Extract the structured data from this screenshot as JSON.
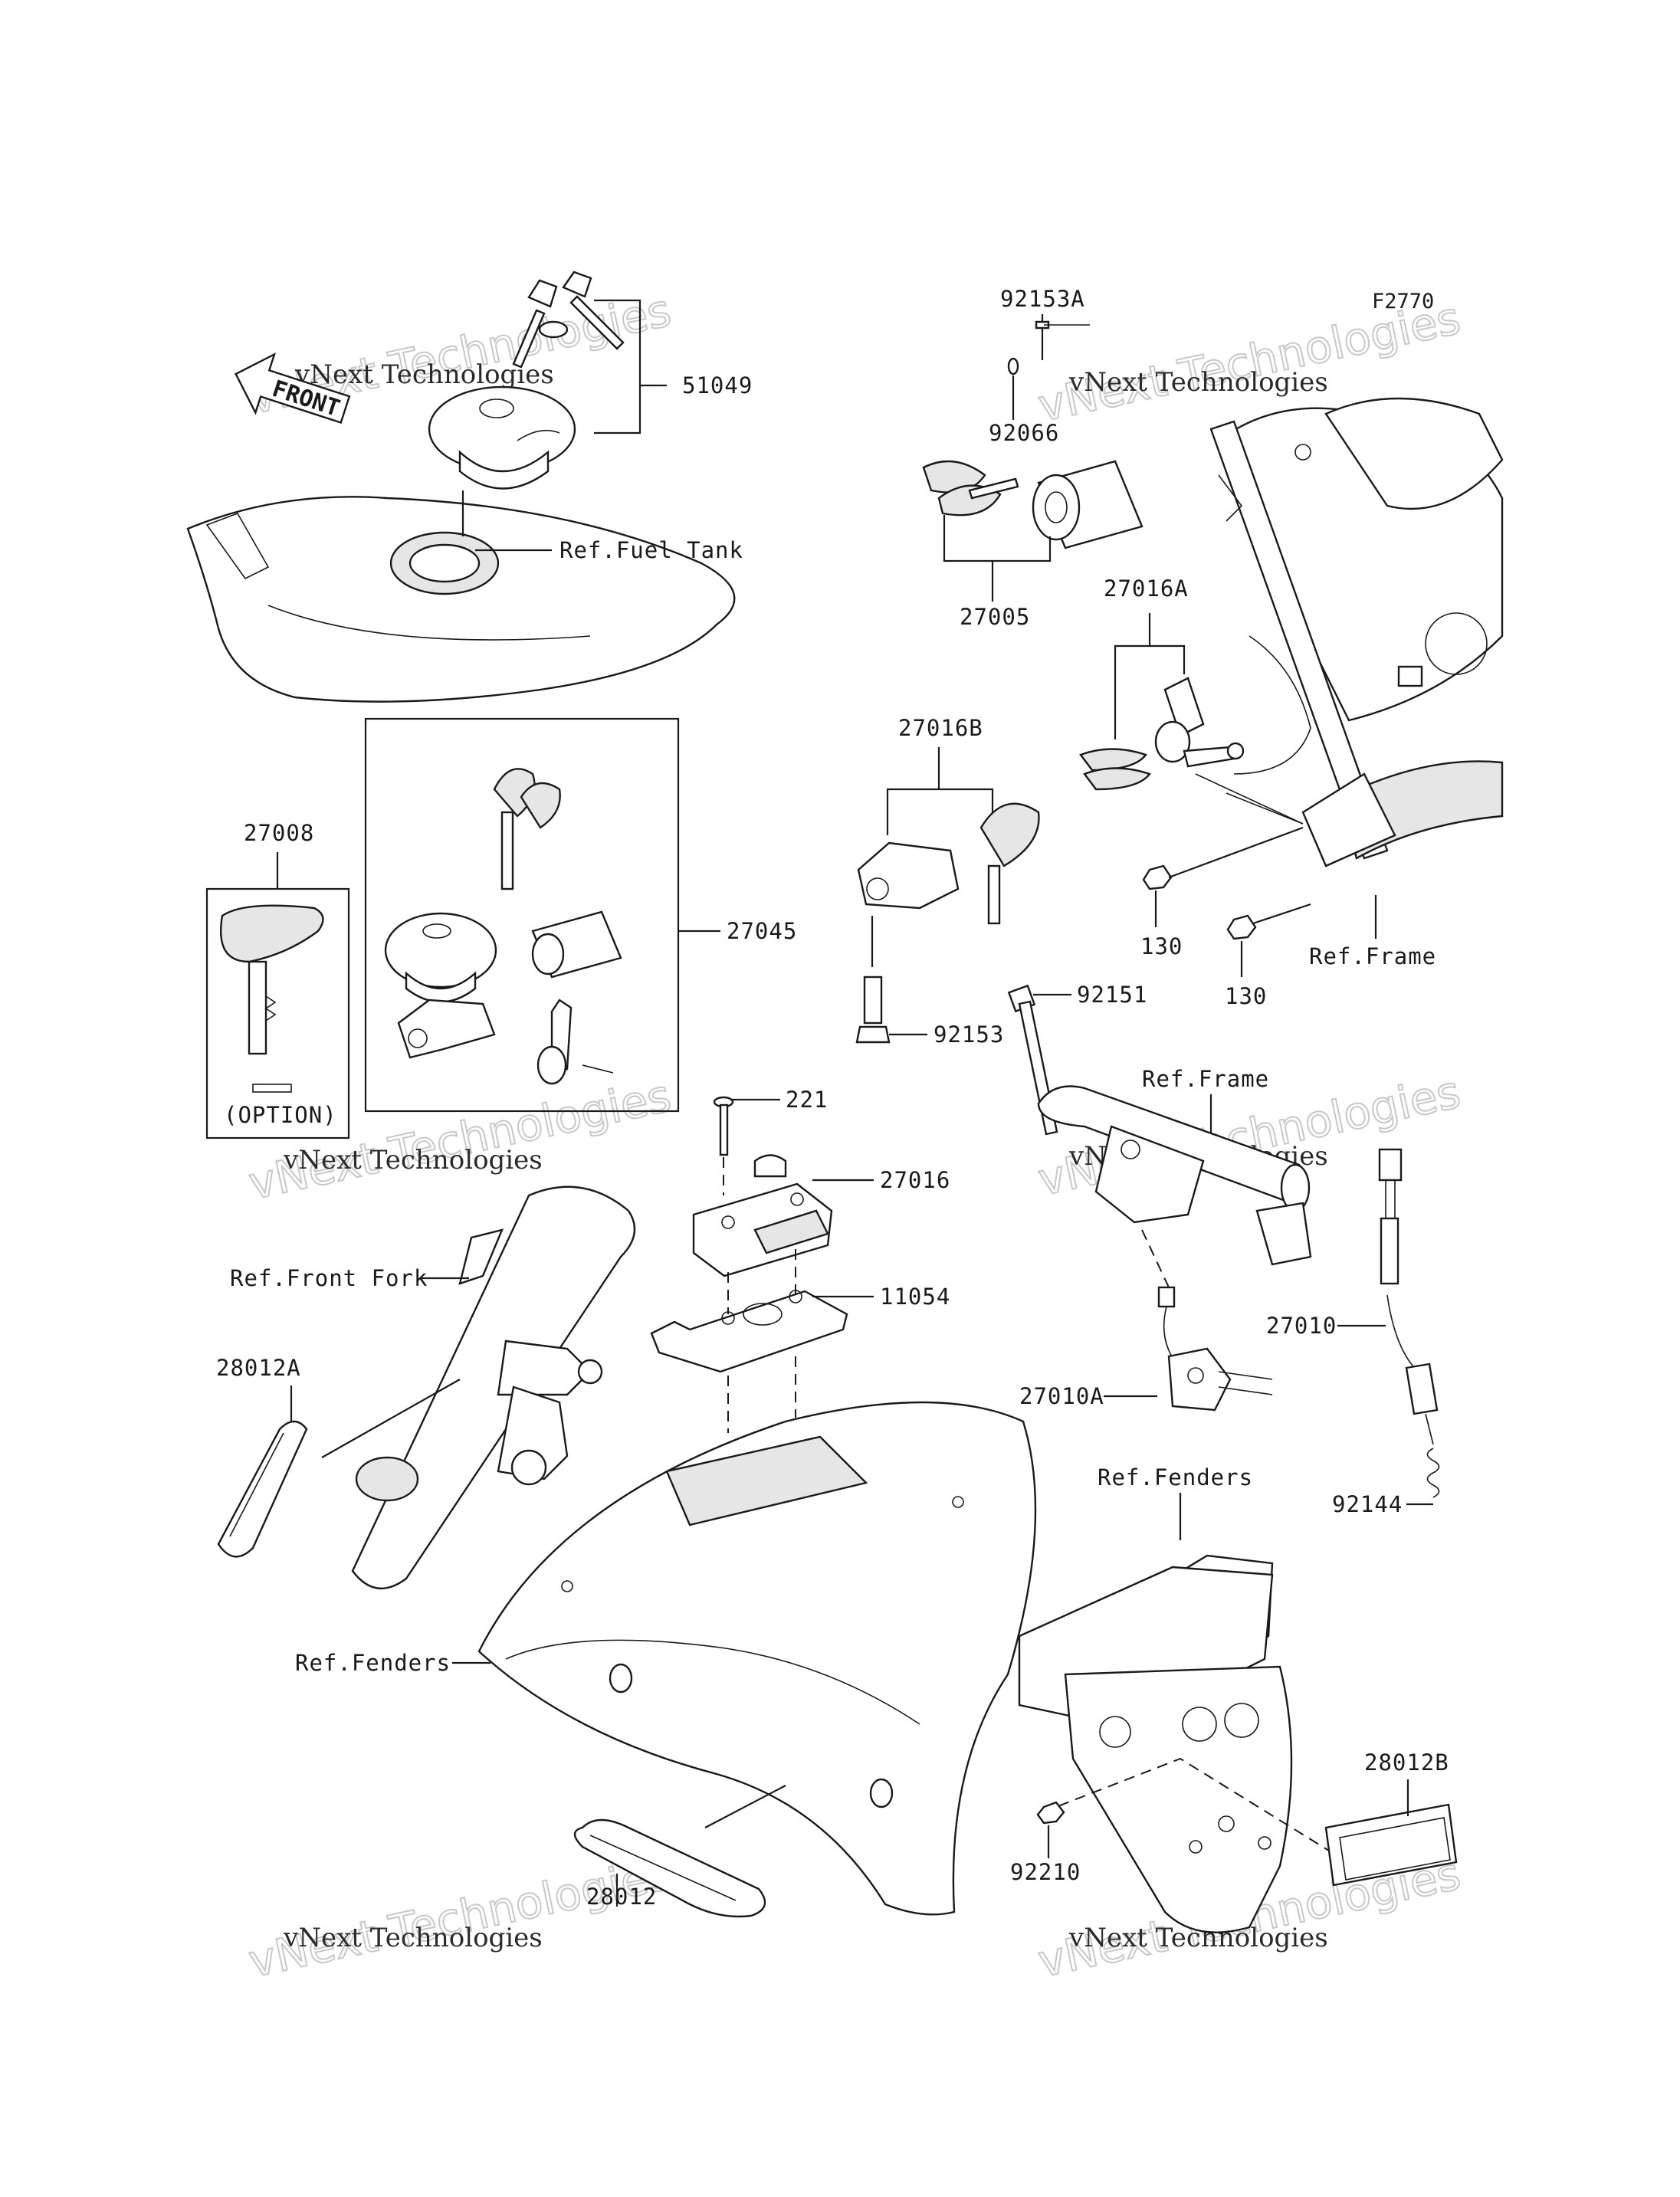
{
  "diagram_code": "F2770",
  "front_arrow_text": "FRONT",
  "option_text": "(OPTION)",
  "watermark": {
    "line1": "vNext Technologies",
    "line2": "vNext Technologies"
  },
  "part_labels": {
    "p51049": "51049",
    "p92153A": "92153A",
    "p92066": "92066",
    "p27005": "27005",
    "p27016A": "27016A",
    "p27016B": "27016B",
    "p27008": "27008",
    "p27045": "27045",
    "p92153": "92153",
    "p130a": "130",
    "p130b": "130",
    "p92151": "92151",
    "p221": "221",
    "p27016": "27016",
    "p11054": "11054",
    "p28012A": "28012A",
    "p27010": "27010",
    "p27010A": "27010A",
    "p92144": "92144",
    "p28012B": "28012B",
    "p92210": "92210",
    "p28012": "28012"
  },
  "ref_labels": {
    "fuel_tank": "Ref.Fuel Tank",
    "frame_1": "Ref.Frame",
    "frame_2": "Ref.Frame",
    "front_fork": "Ref.Front Fork",
    "fenders_rear": "Ref.Fenders",
    "fenders_front": "Ref.Fenders"
  }
}
